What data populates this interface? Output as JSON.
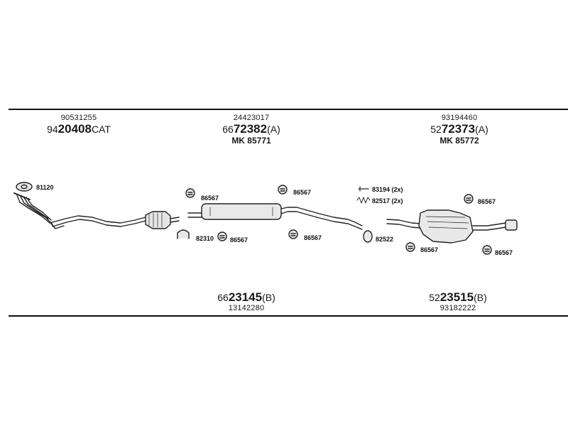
{
  "header_parts": [
    {
      "top_number": "90531255",
      "prefix": "94",
      "main": "20408",
      "suffix": "CAT",
      "mk": ""
    },
    {
      "top_number": "24423017",
      "prefix": "66",
      "main": "72382",
      "suffix": "(A)",
      "mk": "MK 85771"
    },
    {
      "top_number": "93194460",
      "prefix": "52",
      "main": "72373",
      "suffix": "(A)",
      "mk": "MK 85772"
    }
  ],
  "footer_parts": [
    {
      "prefix": "66",
      "main": "23145",
      "suffix": "(B)",
      "bottom_number": "13142280"
    },
    {
      "prefix": "52",
      "main": "23515",
      "suffix": "(B)",
      "bottom_number": "93182222"
    }
  ],
  "component_labels": {
    "gasket_front": "81120",
    "clamp_a": "86567",
    "clamp_b": "86567",
    "clamp_c": "86567",
    "clamp_d": "86567",
    "clamp_e": "86567",
    "clamp_f": "86567",
    "clamp_g": "86567",
    "ring_82310": "82310",
    "bolt_83194": "83194 (2x)",
    "spring_82517": "82517 (2x)",
    "ring_82522": "82522"
  }
}
